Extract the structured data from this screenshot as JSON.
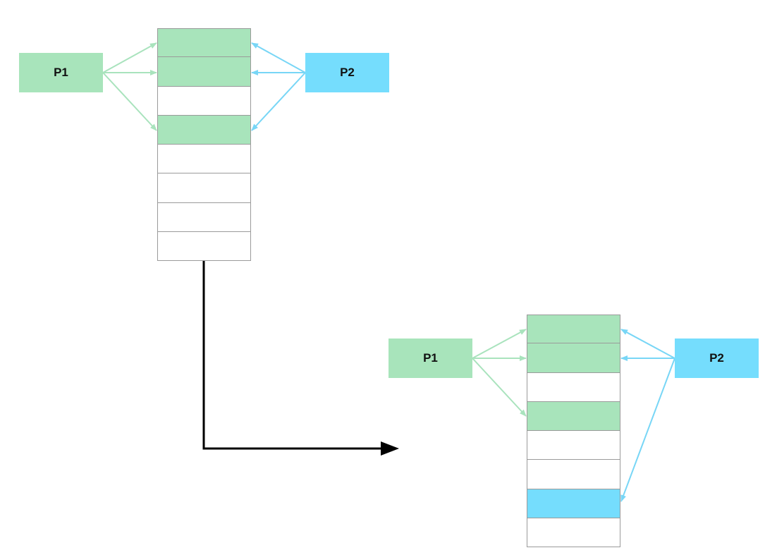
{
  "colors": {
    "p1": "#a8e4bb",
    "p1_arrow": "#a9e3bd",
    "p2": "#75ddfd",
    "p2_arrow": "#78d6f6",
    "flow_arrow": "#000000"
  },
  "before": {
    "p1": {
      "label": "P1"
    },
    "p2": {
      "label": "P2"
    },
    "pages": [
      "p1",
      "p1",
      "free",
      "p1",
      "free",
      "free",
      "free",
      "free"
    ]
  },
  "after": {
    "p1": {
      "label": "P1"
    },
    "p2": {
      "label": "P2"
    },
    "pages": [
      "p1",
      "p1",
      "free",
      "p1",
      "free",
      "free",
      "p2",
      "free"
    ]
  }
}
